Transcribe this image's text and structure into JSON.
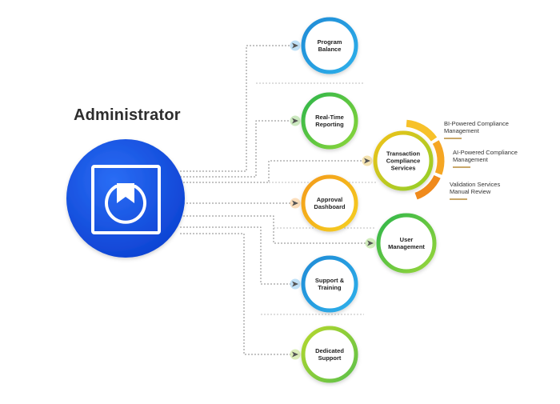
{
  "admin": {
    "title": "Administrator",
    "icon": "bookmark-icon",
    "color": "#1450e6"
  },
  "nodes": [
    {
      "id": "program-balance",
      "label": "Program\nBalance",
      "ring": [
        "#1f8bd6",
        "#2fb0ea"
      ],
      "arrow": "#4aa8e8"
    },
    {
      "id": "real-time-reporting",
      "label": "Real-Time\nReporting",
      "ring": [
        "#2eb64a",
        "#8cd63a"
      ],
      "arrow": "#6cc04a"
    },
    {
      "id": "transaction-compliance-services",
      "label": "Transaction\nCompliance\nServices",
      "ring": [
        "#f2c21a",
        "#8fcf2a"
      ],
      "arrow": "#e0b020"
    },
    {
      "id": "approval-dashboard",
      "label": "Approval\nDashboard",
      "ring": [
        "#f39a1e",
        "#f5d020"
      ],
      "arrow": "#f3a040"
    },
    {
      "id": "user-management",
      "label": "User\nManagement",
      "ring": [
        "#2eb64a",
        "#9ad63a"
      ],
      "arrow": "#7cc840"
    },
    {
      "id": "support-training",
      "label": "Support &\nTraining",
      "ring": [
        "#1f8bd6",
        "#2fb0ea"
      ],
      "arrow": "#4aa8e8"
    },
    {
      "id": "dedicated-support",
      "label": "Dedicated\nSupport",
      "ring": [
        "#b5d82c",
        "#5cc04a"
      ],
      "arrow": "#9bcc3a"
    }
  ],
  "side_items": [
    {
      "id": "bi-powered",
      "label": "BI-Powered Compliance\nManagement"
    },
    {
      "id": "ai-powered",
      "label": "AI-Powered Compliance\nManagement"
    },
    {
      "id": "validation",
      "label": "Validation Services\nManual Review"
    }
  ]
}
